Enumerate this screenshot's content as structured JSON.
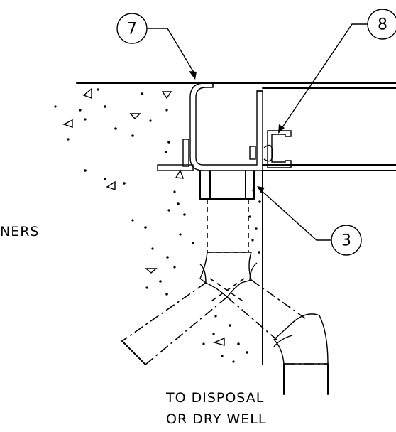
{
  "callouts": {
    "c7": "7",
    "c8": "8",
    "c3": "3"
  },
  "labels": {
    "side_partial": "NERS",
    "bottom_line1": "TO DISPOSAL",
    "bottom_line2": "OR DRY WELL"
  },
  "colors": {
    "ink": "#000000",
    "paper": "#ffffff"
  }
}
